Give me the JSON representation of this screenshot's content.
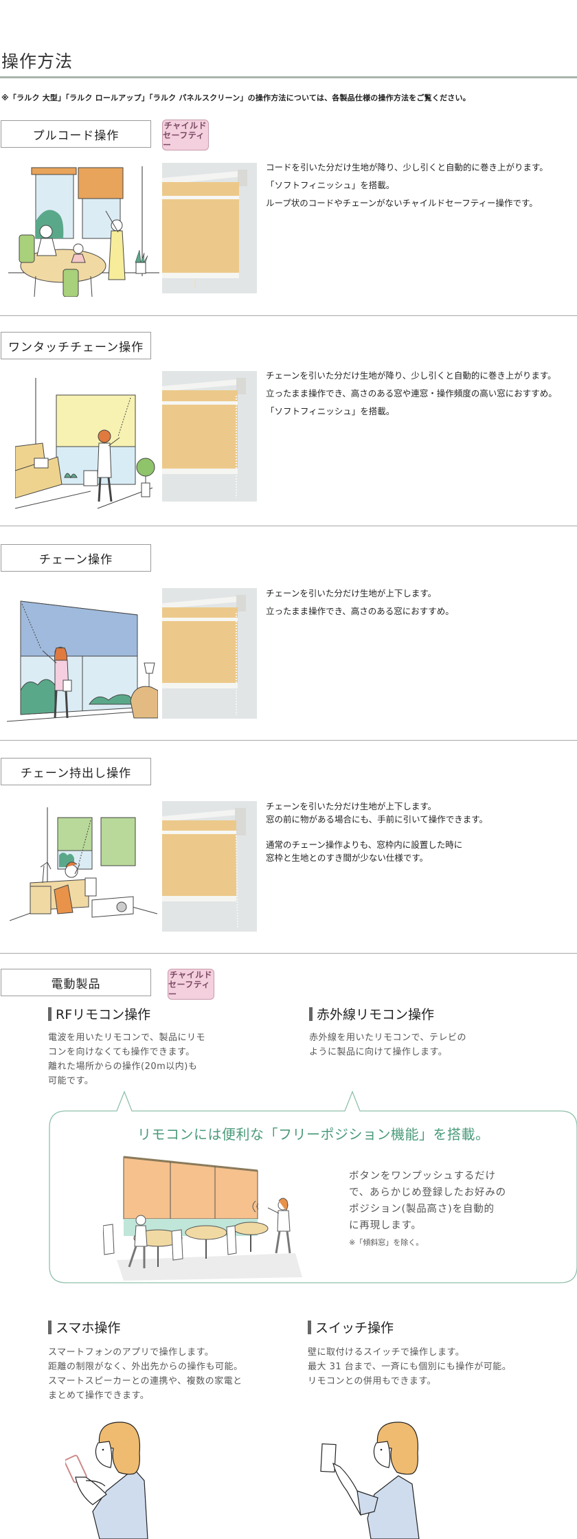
{
  "page": {
    "title": "操作方法",
    "note": "※「ラルク 大型」「ラルク ロールアップ」「ラルク パネルスクリーン」の操作方法については、各製品仕様の操作方法をご覧ください。"
  },
  "badge": {
    "line1": "チャイルド",
    "line2": "セーフティー",
    "color": "#f4cfdd"
  },
  "colors": {
    "title_rule": "#a9b4ac",
    "accent_green": "#4a9a7a",
    "fabric_yellow": "#ecc98a"
  },
  "sections": [
    {
      "label": "プルコード操作",
      "child_safety": true,
      "lines": [
        "コードを引いた分だけ生地が降り、少し引くと自動的に巻き上がります。",
        "「ソフトフィニッシュ」を搭載。",
        "ループ状のコードやチェーンがないチャイルドセーフティー操作です。"
      ]
    },
    {
      "label": "ワンタッチチェーン操作",
      "child_safety": false,
      "lines": [
        "チェーンを引いた分だけ生地が降り、少し引くと自動的に巻き上がります。",
        "立ったまま操作でき、高さのある窓や連窓・操作頻度の高い窓におすすめ。",
        "「ソフトフィニッシュ」を搭載。"
      ]
    },
    {
      "label": "チェーン操作",
      "child_safety": false,
      "lines": [
        "チェーンを引いた分だけ生地が上下します。",
        "立ったまま操作でき、高さのある窓におすすめ。"
      ]
    },
    {
      "label": "チェーン持出し操作",
      "child_safety": false,
      "lines": [
        "チェーンを引いた分だけ生地が上下します。",
        "窓の前に物がある場合にも、手前に引いて操作できます。",
        "通常のチェーン操作よりも、窓枠内に設置した時に",
        "窓枠と生地とのすき間が少ない仕様です。"
      ]
    }
  ],
  "electric": {
    "label": "電動製品",
    "child_safety": true,
    "rf": {
      "heading": "RFリモコン操作",
      "lines": [
        "電波を用いたリモコンで、製品にリモ",
        "コンを向けなくても操作できます。",
        "離れた場所からの操作(20m以内)も",
        "可能です。"
      ]
    },
    "ir": {
      "heading": "赤外線リモコン操作",
      "lines": [
        "赤外線を用いたリモコンで、テレビの",
        "ように製品に向けて操作します。"
      ]
    },
    "free_position": {
      "title": "リモコンには便利な「フリーポジション機能」を搭載。",
      "lines": [
        "ボタンをワンプッシュするだけ",
        "で、あらかじめ登録したお好みの",
        "ポジション(製品高さ)を自動的",
        "に再現します。"
      ],
      "note": "※「傾斜窓」を除く。"
    },
    "smartphone": {
      "heading": "スマホ操作",
      "lines": [
        "スマートフォンのアプリで操作します。",
        "距離の制限がなく、外出先からの操作も可能。",
        "スマートスピーカーとの連携や、複数の家電と",
        "まとめて操作できます。"
      ]
    },
    "switch": {
      "heading": "スイッチ操作",
      "lines": [
        "壁に取付けるスイッチで操作します。",
        "最大 31 台まで、一斉にも個別にも操作が可能。",
        "リモコンとの併用もできます。"
      ]
    }
  }
}
